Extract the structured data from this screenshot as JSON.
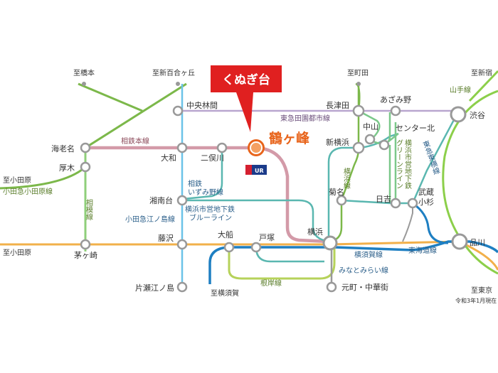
{
  "callout": {
    "label": "くぬぎ台"
  },
  "target_station": {
    "label": "鶴ヶ峰",
    "logo_text": "UR"
  },
  "note": "令和3年1月現在",
  "destinations": {
    "to_hashimoto": "至橋本",
    "to_shinyurigaoka": "至新百合ヶ丘",
    "to_machida": "至町田",
    "to_shinjuku": "至新宿",
    "to_odawara_1": "至小田原",
    "to_odawara_2": "至小田原",
    "to_yokosuka": "至横須賀",
    "to_tokyo": "至東京"
  },
  "stations": {
    "ebina": "海老名",
    "atsugi": "厚木",
    "chigasaki": "茅ヶ崎",
    "chuorinkan": "中央林間",
    "yamato": "大和",
    "futamatagawa": "二俣川",
    "shonandai": "湘南台",
    "fujisawa": "藤沢",
    "katase": "片瀬江ノ島",
    "ofuna": "大船",
    "totsuka": "戸塚",
    "yokohama": "横浜",
    "nagatsuta": "長津田",
    "azamino": "あざみ野",
    "nakayama": "中山",
    "center_kita": "センター北",
    "shinyokohama": "新横浜",
    "kikuna": "菊名",
    "hiyoshi": "日吉",
    "musashikosugi_1": "武蔵",
    "musashikosugi_2": "小杉",
    "shibuya": "渋谷",
    "shinagawa": "品川",
    "motomachi": "元町・中華街"
  },
  "lines": {
    "odakyu_odawara": "小田急小田原線",
    "sotetsu_main": "相鉄本線",
    "sagami": "相模線",
    "denentoshi": "東急田園都市線",
    "sotetsu_izumino_1": "相鉄",
    "sotetsu_izumino_2": "いずみ野線",
    "blue_1": "横浜市営地下鉄",
    "blue_2": "ブルーライン",
    "odakyu_enoshima": "小田急江ノ島線",
    "yokohama_line": "横浜線",
    "green_1": "横浜市営地下鉄",
    "green_2": "グリーンライン",
    "toyoko": "東急東横線",
    "yamanote": "山手線",
    "yokosuka": "横須賀線",
    "tokaido": "東海道線",
    "minatomirai": "みなとみらい線",
    "negishi": "根岸線"
  },
  "colors": {
    "sotetsu": "#d39aa8",
    "odakyu": "#6cc3e8",
    "tokaido": "#f2b04a",
    "yokosuka": "#1e7fc2",
    "denentoshi": "#b9a6cf",
    "sagami": "#8fcf7a",
    "green_line": "#7bc88a",
    "blue_line": "#5ab7b0",
    "accent": "#e8641b",
    "callout": "#e02020"
  }
}
